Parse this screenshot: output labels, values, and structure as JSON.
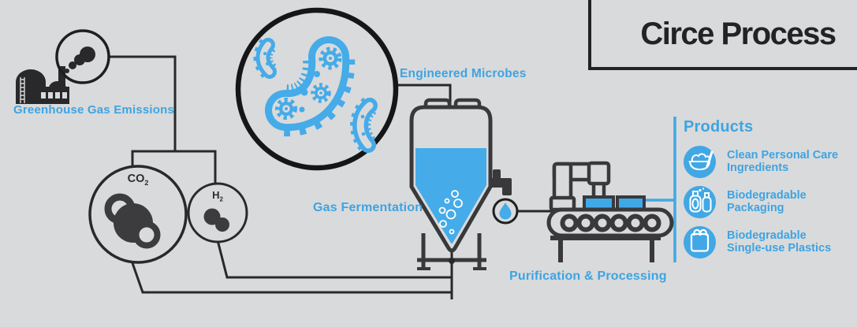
{
  "title": "Circe Process",
  "stages": {
    "emissions": {
      "label": "Greenhouse Gas Emissions"
    },
    "microbes": {
      "label": "Engineered Microbes"
    },
    "fermentation": {
      "label": "Gas Fermentation"
    },
    "purification": {
      "label": "Purification & Processing"
    }
  },
  "molecules": {
    "co2": {
      "base": "CO",
      "sub": "2"
    },
    "h2": {
      "base": "H",
      "sub": "2"
    }
  },
  "products": {
    "heading": "Products",
    "items": [
      {
        "icon": "cream-jar-icon",
        "line1": "Clean Personal Care",
        "line2": "Ingredients"
      },
      {
        "icon": "bottles-icon",
        "line1": "Biodegradable",
        "line2": "Packaging"
      },
      {
        "icon": "plastic-bag-icon",
        "line1": "Biodegradable",
        "line2": "Single-use Plastics"
      }
    ]
  },
  "colors": {
    "background": "#d9dadb",
    "accent_blue": "#3da4e2",
    "graphic_blue": "#45abe9",
    "dark": "#29292b"
  }
}
